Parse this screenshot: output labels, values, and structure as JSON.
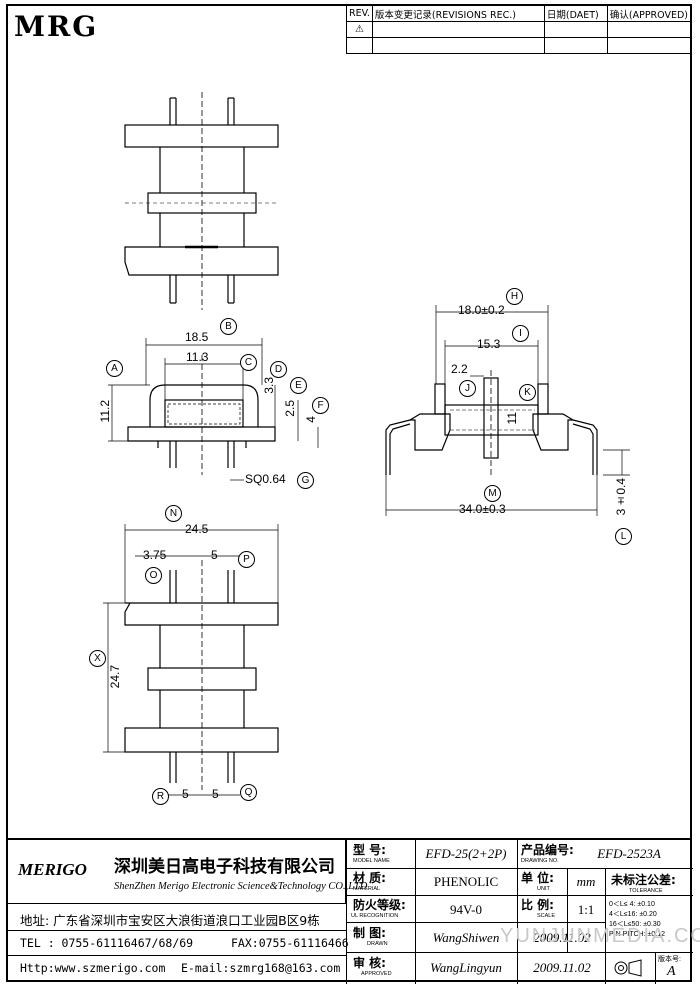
{
  "logo": "MRG",
  "revisions": {
    "col_rev": "REV.",
    "col_record": "版本变更记录(REVISIONS REC.)",
    "col_date": "日期(DAET)",
    "col_approved": "确认(APPROVED)",
    "row_symbol": "⚠"
  },
  "dims": {
    "A": "A",
    "B": "B",
    "C": "C",
    "D": "D",
    "E": "E",
    "F": "F",
    "G": "G",
    "H": "H",
    "I": "I",
    "J": "J",
    "K": "K",
    "L": "L",
    "M": "M",
    "N": "N",
    "O": "O",
    "P": "P",
    "Q": "Q",
    "R": "R",
    "X": "X",
    "b_val": "18.5",
    "c_val": "11.3",
    "a_val": "11.2",
    "d_val": "3.3",
    "e_val": "2.5",
    "f_val": "4",
    "g_val": "SQ0.64",
    "h_val": "18.0±0.2",
    "i_val": "15.3",
    "j_val": "2.2",
    "k_val": "11",
    "m_val": "34.0±0.3",
    "l_val": "3±0.4",
    "n_val": "24.5",
    "o_val": "3.75",
    "p_val": "5",
    "x_val": "24.7",
    "r_val": "5",
    "q_val": "5"
  },
  "title_block": {
    "company_logo": "MERIGO",
    "company_cn": "深圳美日高电子科技有限公司",
    "company_en": "ShenZhen Merigo Electronic Science&Technology CO.,LTD",
    "address": "地址: 广东省深圳市宝安区大浪街道浪口工业园B区9栋",
    "tel": "TEL : 0755-61116467/68/69",
    "fax": "FAX:0755-61116466",
    "http": "Http:www.szmerigo.com",
    "email": "E-mail:szmrg168@163.com",
    "model_label": "型 号:",
    "model_sub": "MODEL NAME",
    "model_value": "EFD-25(2+2P)",
    "drawing_label": "产品编号:",
    "drawing_sub": "DRAWING NO.",
    "drawing_value": "EFD-2523A",
    "material_label": "材 质:",
    "material_sub": "MATERIAL",
    "material_value": "PHENOLIC",
    "unit_label": "单 位:",
    "unit_sub": "UNIT",
    "unit_value": "mm",
    "tolerance_label": "未标注公差:",
    "tolerance_sub": "TOLERANCE",
    "ul_label": "防火等级:",
    "ul_sub": "UL RECOGNITION",
    "ul_value": "94V-0",
    "scale_label": "比 例:",
    "scale_sub": "SCALE",
    "scale_value": "1:1",
    "tol_1": "0＜L≤ 4:",
    "tol_1v": "±0.10",
    "tol_2": "4＜L≤16:",
    "tol_2v": "±0.20",
    "tol_3": "16＜L≤50:",
    "tol_3v": "±0.30",
    "tol_4": "PIN PITCH:",
    "tol_4v": "±0.12",
    "drawn_label": "制 图:",
    "drawn_sub": "DRAWN",
    "drawn_value": "WangShiwen",
    "drawn_date": "2009.11.02",
    "approved_label": "审 核:",
    "approved_sub": "APPROVED",
    "approved_value": "WangLingyun",
    "approved_date": "2009.11.02",
    "version_label": "版本号:",
    "version_value": "A"
  },
  "watermark": "YUNJUNMEDIA.COM"
}
